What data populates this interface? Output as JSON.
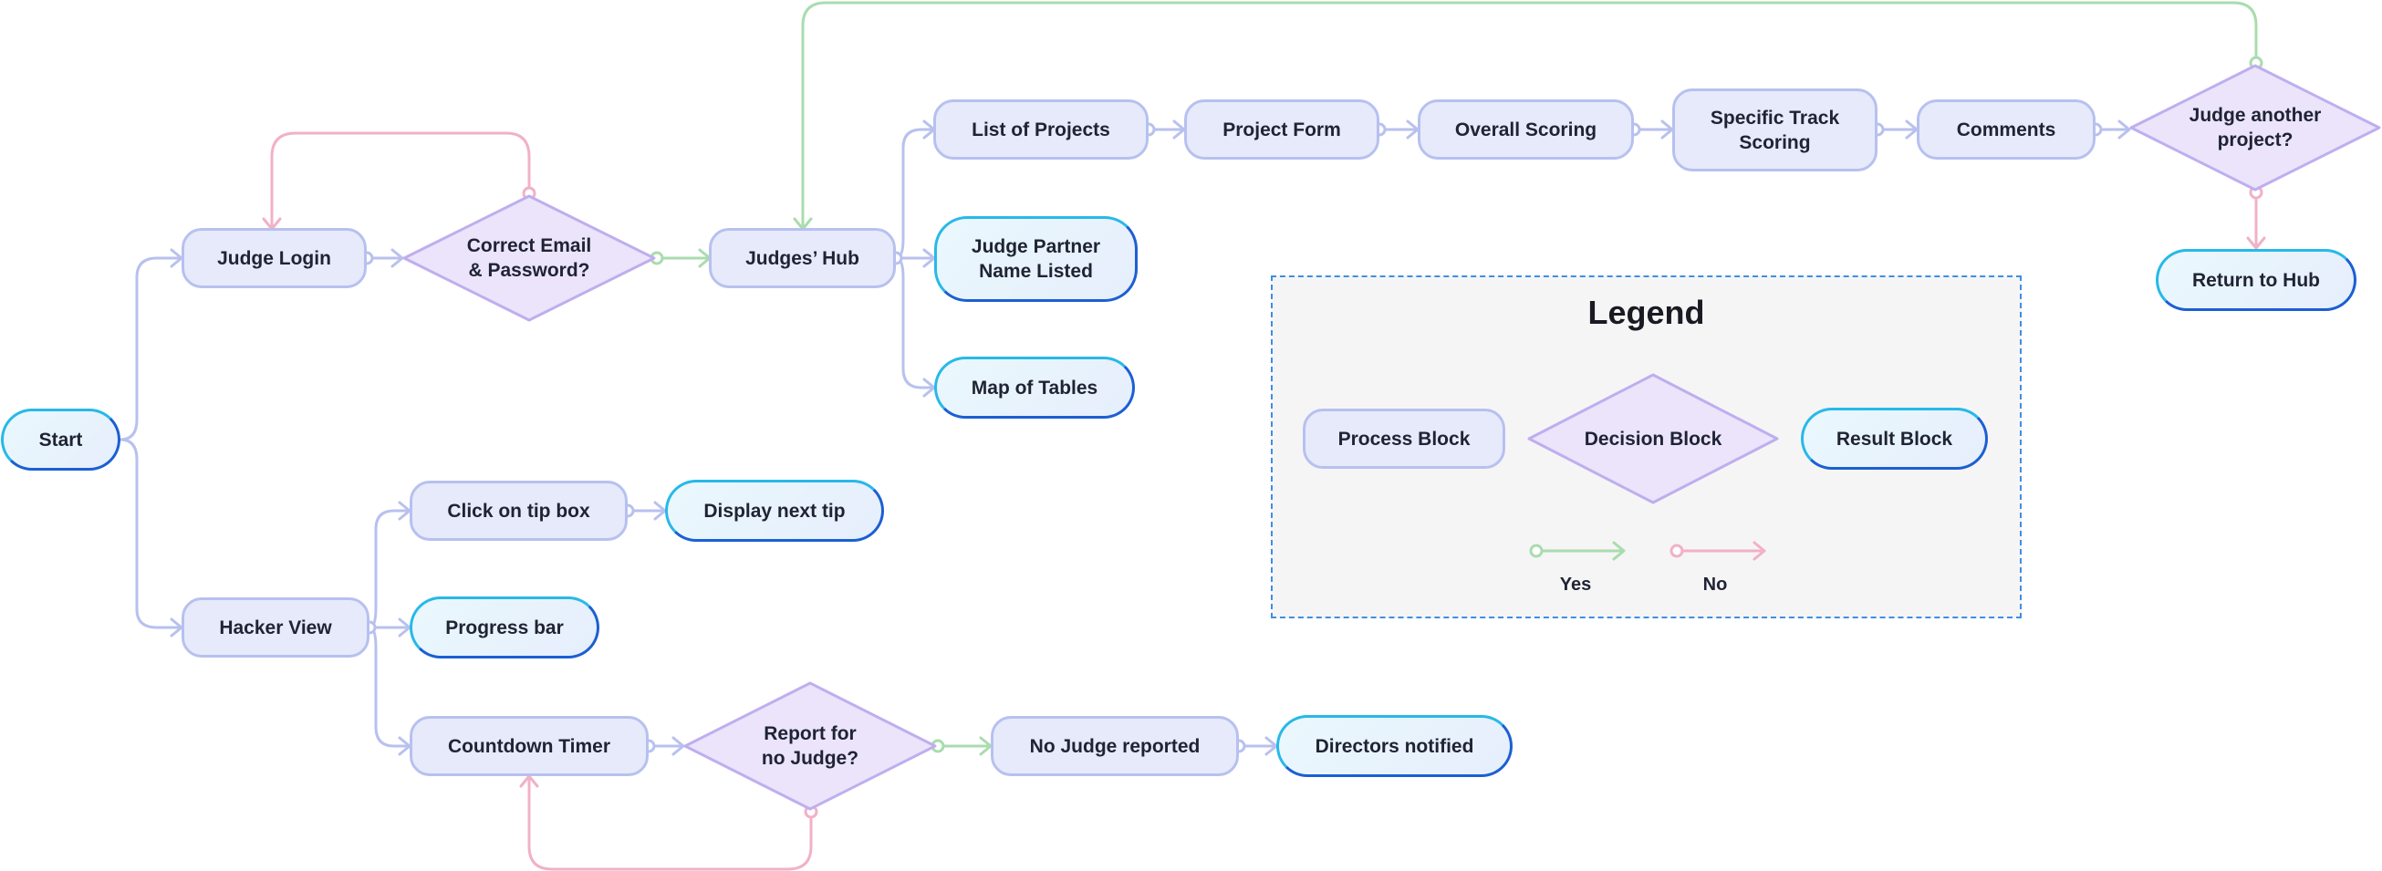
{
  "nodes": [
    {
      "id": "start",
      "label": "Start",
      "kind": "result"
    },
    {
      "id": "judge_login",
      "label": "Judge Login",
      "kind": "process"
    },
    {
      "id": "correct_email",
      "label": "Correct Email\n& Password?",
      "kind": "decision"
    },
    {
      "id": "judges_hub",
      "label": "Judges’ Hub",
      "kind": "process"
    },
    {
      "id": "list_projects",
      "label": "List of Projects",
      "kind": "process"
    },
    {
      "id": "project_form",
      "label": "Project Form",
      "kind": "process"
    },
    {
      "id": "overall_scoring",
      "label": "Overall Scoring",
      "kind": "process"
    },
    {
      "id": "specific_track",
      "label": "Specific Track\nScoring",
      "kind": "process"
    },
    {
      "id": "comments",
      "label": "Comments",
      "kind": "process"
    },
    {
      "id": "judge_another",
      "label": "Judge another\nproject?",
      "kind": "decision"
    },
    {
      "id": "return_hub",
      "label": "Return to Hub",
      "kind": "result"
    },
    {
      "id": "judge_partner",
      "label": "Judge Partner\nName Listed",
      "kind": "result"
    },
    {
      "id": "map_tables",
      "label": "Map of Tables",
      "kind": "result"
    },
    {
      "id": "hacker_view",
      "label": "Hacker View",
      "kind": "process"
    },
    {
      "id": "click_tip",
      "label": "Click on tip box",
      "kind": "process"
    },
    {
      "id": "display_tip",
      "label": "Display next tip",
      "kind": "result"
    },
    {
      "id": "progress_bar",
      "label": "Progress bar",
      "kind": "result"
    },
    {
      "id": "countdown",
      "label": "Countdown Timer",
      "kind": "process"
    },
    {
      "id": "report_no_judge",
      "label": "Report for\nno Judge?",
      "kind": "decision"
    },
    {
      "id": "no_judge_reported",
      "label": "No Judge reported",
      "kind": "process"
    },
    {
      "id": "directors_notified",
      "label": "Directors notified",
      "kind": "result"
    }
  ],
  "edges": [
    {
      "from": "start",
      "to": "judge_login",
      "type": "plain"
    },
    {
      "from": "start",
      "to": "hacker_view",
      "type": "plain"
    },
    {
      "from": "judge_login",
      "to": "correct_email",
      "type": "plain"
    },
    {
      "from": "correct_email",
      "to": "judges_hub",
      "type": "yes"
    },
    {
      "from": "correct_email",
      "to": "judge_login",
      "type": "no"
    },
    {
      "from": "judges_hub",
      "to": "list_projects",
      "type": "plain"
    },
    {
      "from": "judges_hub",
      "to": "judge_partner",
      "type": "plain"
    },
    {
      "from": "judges_hub",
      "to": "map_tables",
      "type": "plain"
    },
    {
      "from": "list_projects",
      "to": "project_form",
      "type": "plain"
    },
    {
      "from": "project_form",
      "to": "overall_scoring",
      "type": "plain"
    },
    {
      "from": "overall_scoring",
      "to": "specific_track",
      "type": "plain"
    },
    {
      "from": "specific_track",
      "to": "comments",
      "type": "plain"
    },
    {
      "from": "comments",
      "to": "judge_another",
      "type": "plain"
    },
    {
      "from": "judge_another",
      "to": "judges_hub",
      "type": "yes"
    },
    {
      "from": "judge_another",
      "to": "return_hub",
      "type": "no"
    },
    {
      "from": "hacker_view",
      "to": "click_tip",
      "type": "plain"
    },
    {
      "from": "hacker_view",
      "to": "progress_bar",
      "type": "plain"
    },
    {
      "from": "hacker_view",
      "to": "countdown",
      "type": "plain"
    },
    {
      "from": "click_tip",
      "to": "display_tip",
      "type": "plain"
    },
    {
      "from": "countdown",
      "to": "report_no_judge",
      "type": "plain"
    },
    {
      "from": "report_no_judge",
      "to": "no_judge_reported",
      "type": "yes"
    },
    {
      "from": "report_no_judge",
      "to": "countdown",
      "type": "no"
    },
    {
      "from": "no_judge_reported",
      "to": "directors_notified",
      "type": "plain"
    }
  ],
  "legend": {
    "title": "Legend",
    "process_label": "Process Block",
    "decision_label": "Decision Block",
    "result_label": "Result Block",
    "yes_label": "Yes",
    "no_label": "No"
  },
  "colors": {
    "plain_connector": "#b8c1ee",
    "yes_connector": "#a9dcae",
    "no_connector": "#f1b1c6",
    "process_fill": "#e6eafb",
    "decision_fill": "#ebe4fb",
    "decision_stroke": "#bfaeee",
    "result_border": "#1b5fd3",
    "legend_border": "#3f8ee0"
  }
}
